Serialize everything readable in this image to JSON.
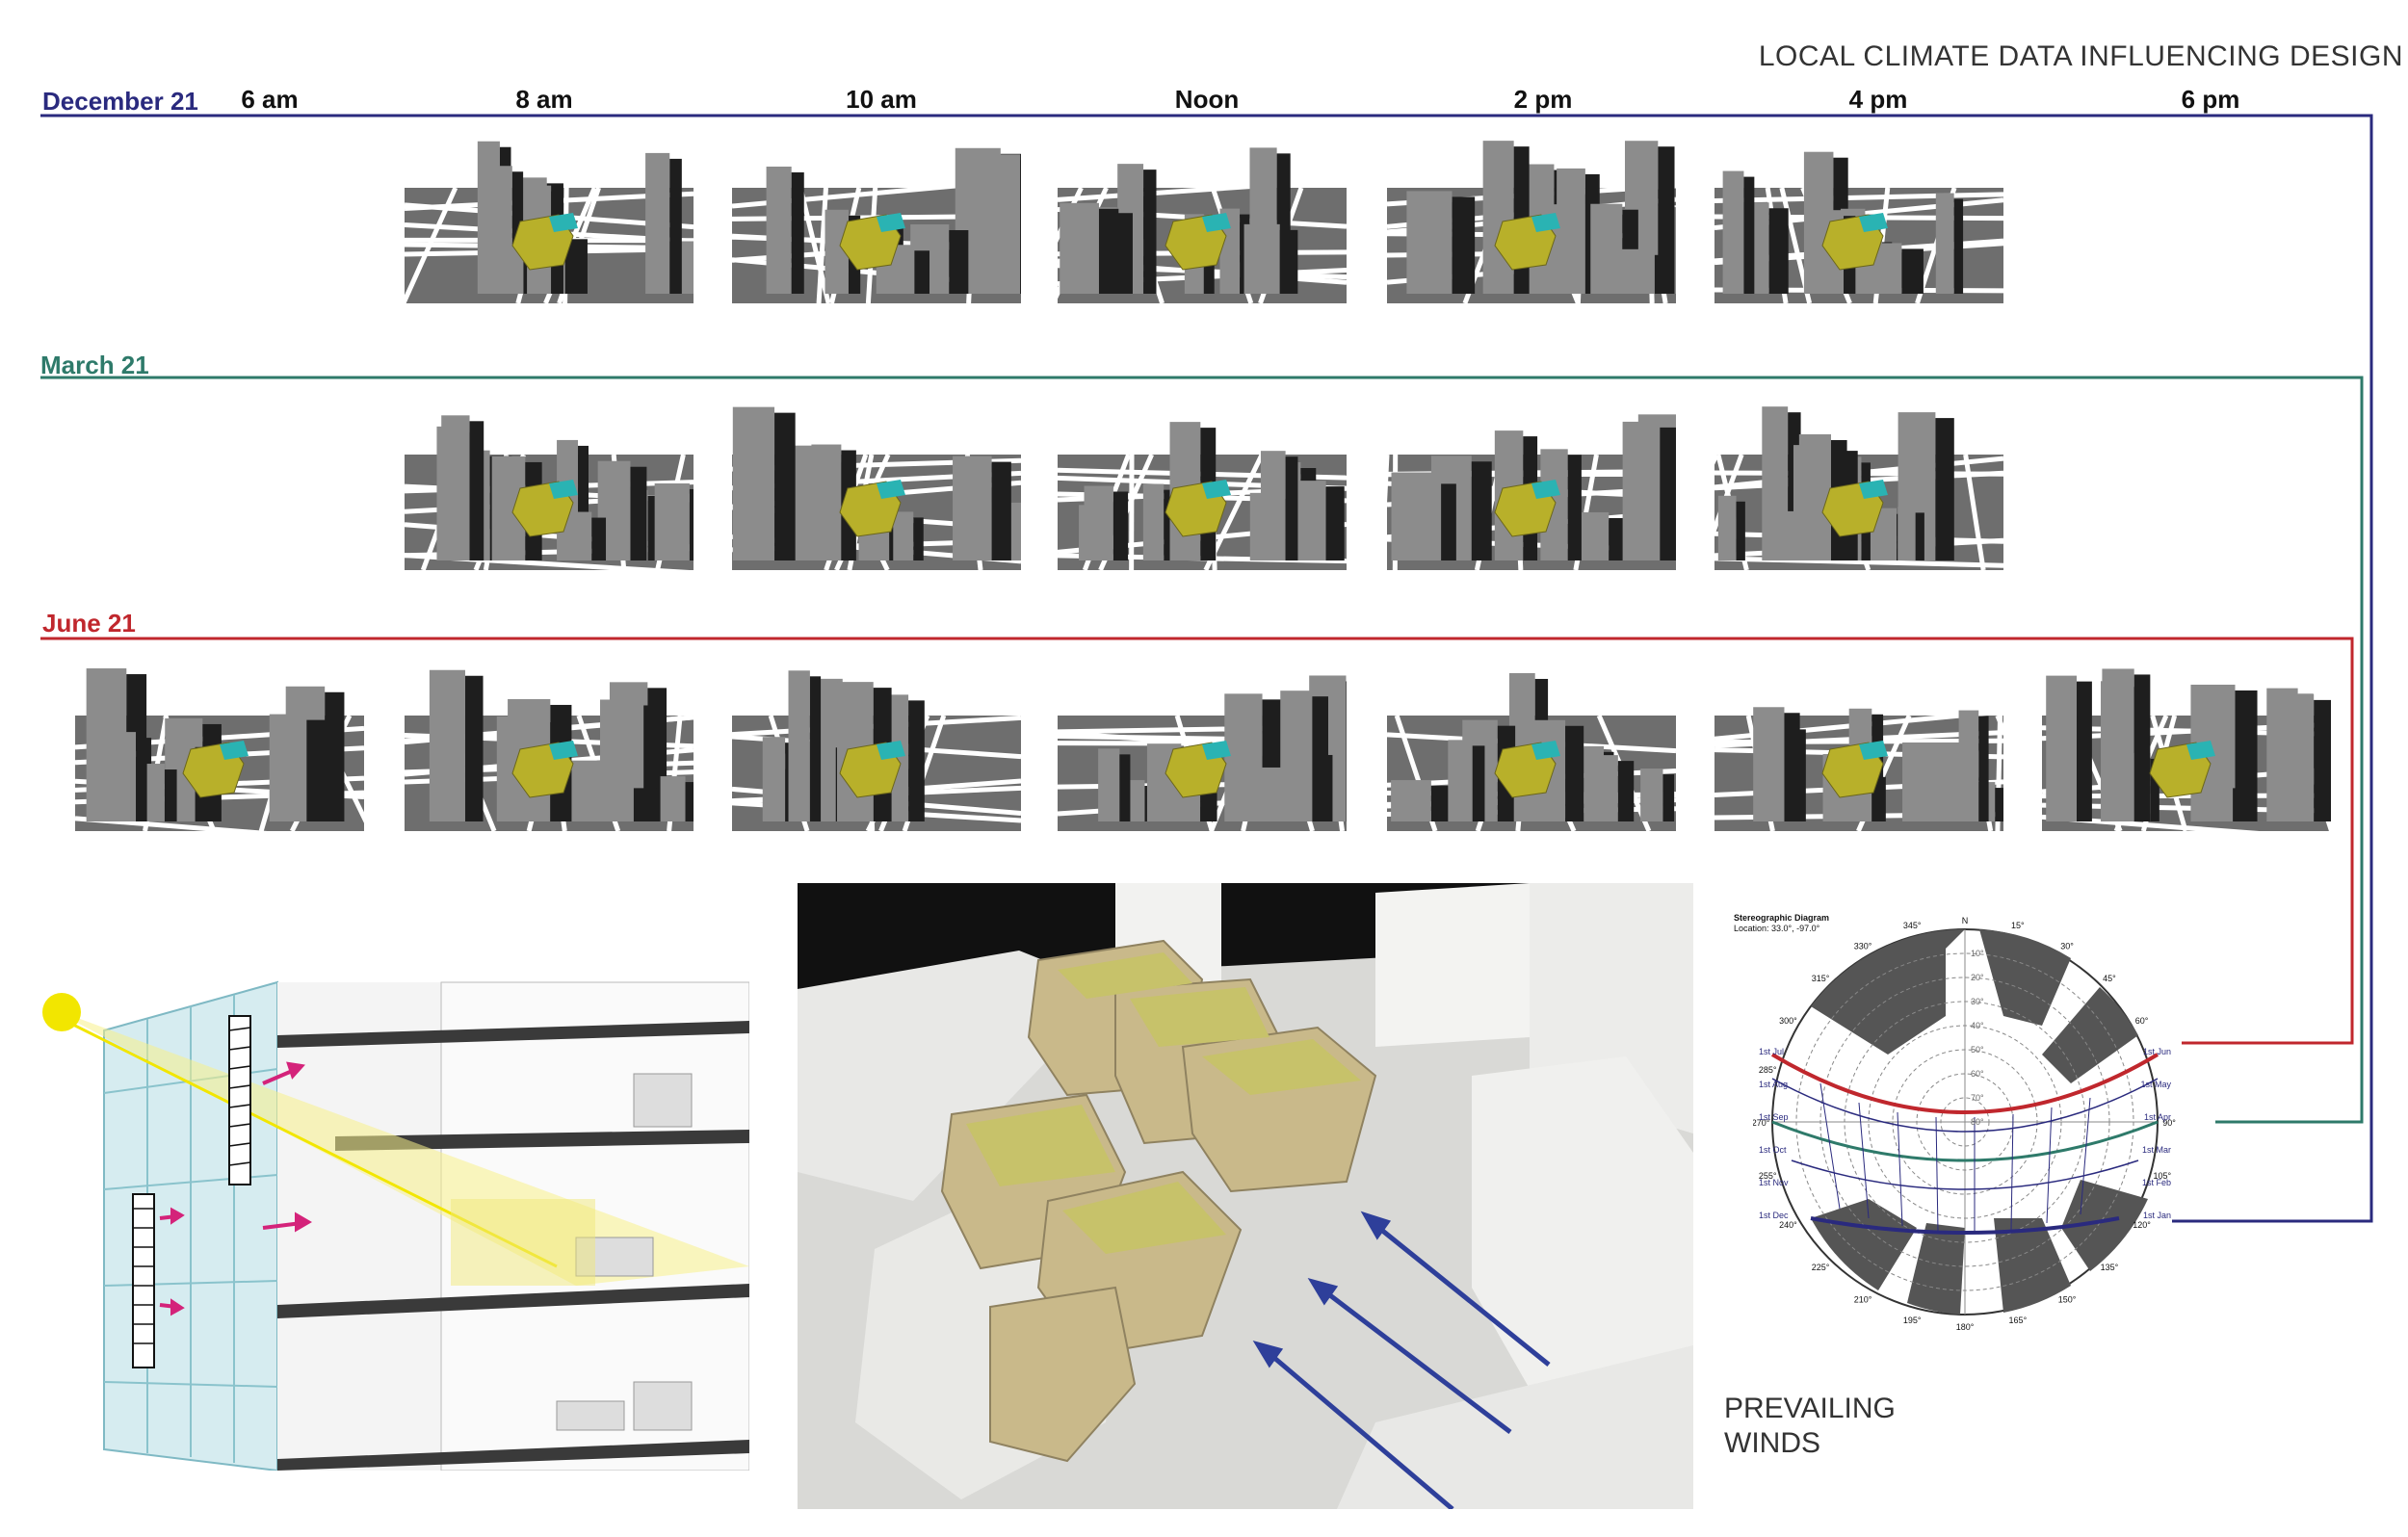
{
  "title": "LOCAL CLIMATE DATA INFLUENCING DESIGN",
  "times": [
    "6 am",
    "8 am",
    "10 am",
    "Noon",
    "2 pm",
    "4 pm",
    "6 pm"
  ],
  "rows": [
    {
      "label": "December 21",
      "color": "#2a2a7e",
      "images": [
        false,
        true,
        true,
        true,
        true,
        true,
        false
      ]
    },
    {
      "label": "March 21",
      "color": "#2e7a6a",
      "images": [
        false,
        true,
        true,
        true,
        true,
        true,
        false
      ]
    },
    {
      "label": "June 21",
      "color": "#c0272d",
      "images": [
        true,
        true,
        true,
        true,
        true,
        true,
        true
      ]
    }
  ],
  "colors": {
    "building": "#8c8c8c",
    "shadow": "#1e1e1e",
    "project": "#b8b02a",
    "project_accent": "#2ab3b3",
    "wind_arrow": "#2e3f9a",
    "sun": "#f2e600"
  },
  "wind_label": [
    "PREVAILING",
    "WINDS"
  ],
  "stereographic": {
    "title": "Stereographic Diagram",
    "location": "Location: 33.0°, -97.0°",
    "north": "N",
    "azimuth_labels": [
      "345°",
      "15°",
      "30°",
      "330°",
      "315°",
      "45°",
      "300°",
      "60°",
      "285°",
      "270°",
      "90°",
      "255°",
      "105°",
      "240°",
      "120°",
      "225°",
      "135°",
      "210°",
      "150°",
      "195°",
      "180°",
      "165°"
    ],
    "altitude_labels": [
      "10°",
      "20°",
      "30°",
      "40°",
      "50°",
      "60°",
      "70°",
      "80°"
    ],
    "date_labels_left": [
      "1st Jul",
      "1st Aug",
      "1st Sep",
      "1st Oct",
      "1st Nov",
      "1st Dec"
    ],
    "date_labels_right": [
      "1st Jun",
      "1st May",
      "1st Apr",
      "1st Mar",
      "1st Feb",
      "1st Jan"
    ]
  }
}
